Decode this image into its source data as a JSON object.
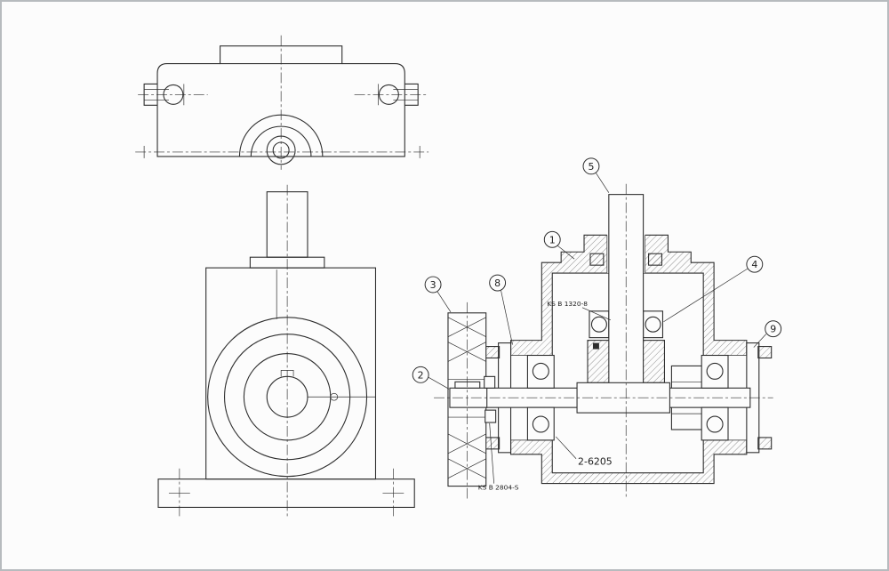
{
  "drawing": {
    "colors": {
      "background": "#fcfcfc",
      "border": "#b7bbbe",
      "line": "#2e2e2e"
    },
    "balloons": [
      {
        "n": "1"
      },
      {
        "n": "2"
      },
      {
        "n": "3"
      },
      {
        "n": "4"
      },
      {
        "n": "5"
      },
      {
        "n": "8"
      },
      {
        "n": "9"
      }
    ],
    "annotations": {
      "std_top": "KS B 1320-8",
      "bearing_pair": "2-6205",
      "std_left": "KS B 2804-S"
    }
  }
}
